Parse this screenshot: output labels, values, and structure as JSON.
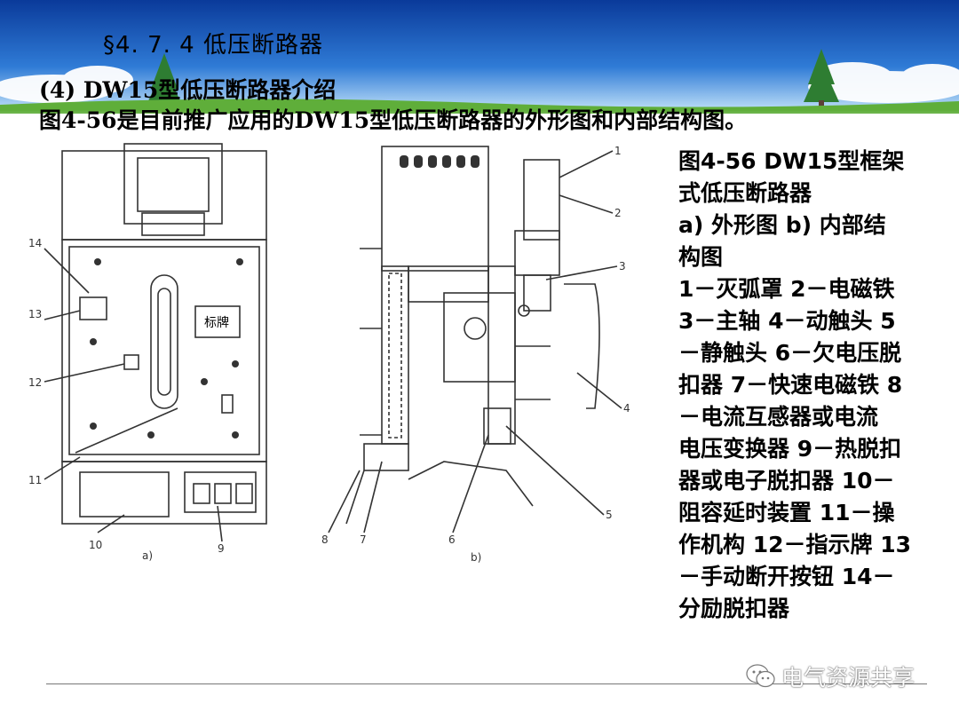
{
  "slide": {
    "section_title": "§4. 7. 4  低压断路器",
    "subtitle": "(4) DW15型低压断路器介绍",
    "intro": "图4-56是目前推广应用的DW15型低压断路器的外形图和内部结构图。"
  },
  "figures": {
    "a": {
      "label": "a)",
      "nameplate": "标牌",
      "callouts": [
        "14",
        "13",
        "12",
        "11",
        "10",
        "9"
      ]
    },
    "b": {
      "label": "b)",
      "callouts": [
        "1",
        "2",
        "3",
        "4",
        "5",
        "6",
        "7",
        "8"
      ]
    }
  },
  "caption": {
    "lines": [
      "图4-56  DW15型框架",
      "式低压断路器",
      "a) 外形图    b) 内部结",
      "构图",
      "1－灭弧罩 2－电磁铁",
      "3－主轴 4－动触头 5",
      "－静触头 6－欠电压脱",
      "扣器 7－快速电磁铁 8",
      "－电流互感器或电流",
      "电压变换器 9－热脱扣",
      "器或电子脱扣器 10－",
      "阻容延时装置  11－操",
      "作机构 12－指示牌 13",
      "－手动断开按钮 14－",
      "分励脱扣器"
    ]
  },
  "watermark": {
    "text": "电气资源共享",
    "icon": "wechat-icon"
  },
  "colors": {
    "sky_top": "#0a3a9a",
    "sky_bottom": "#3f8ee0",
    "grass": "#5fae3a"
  }
}
